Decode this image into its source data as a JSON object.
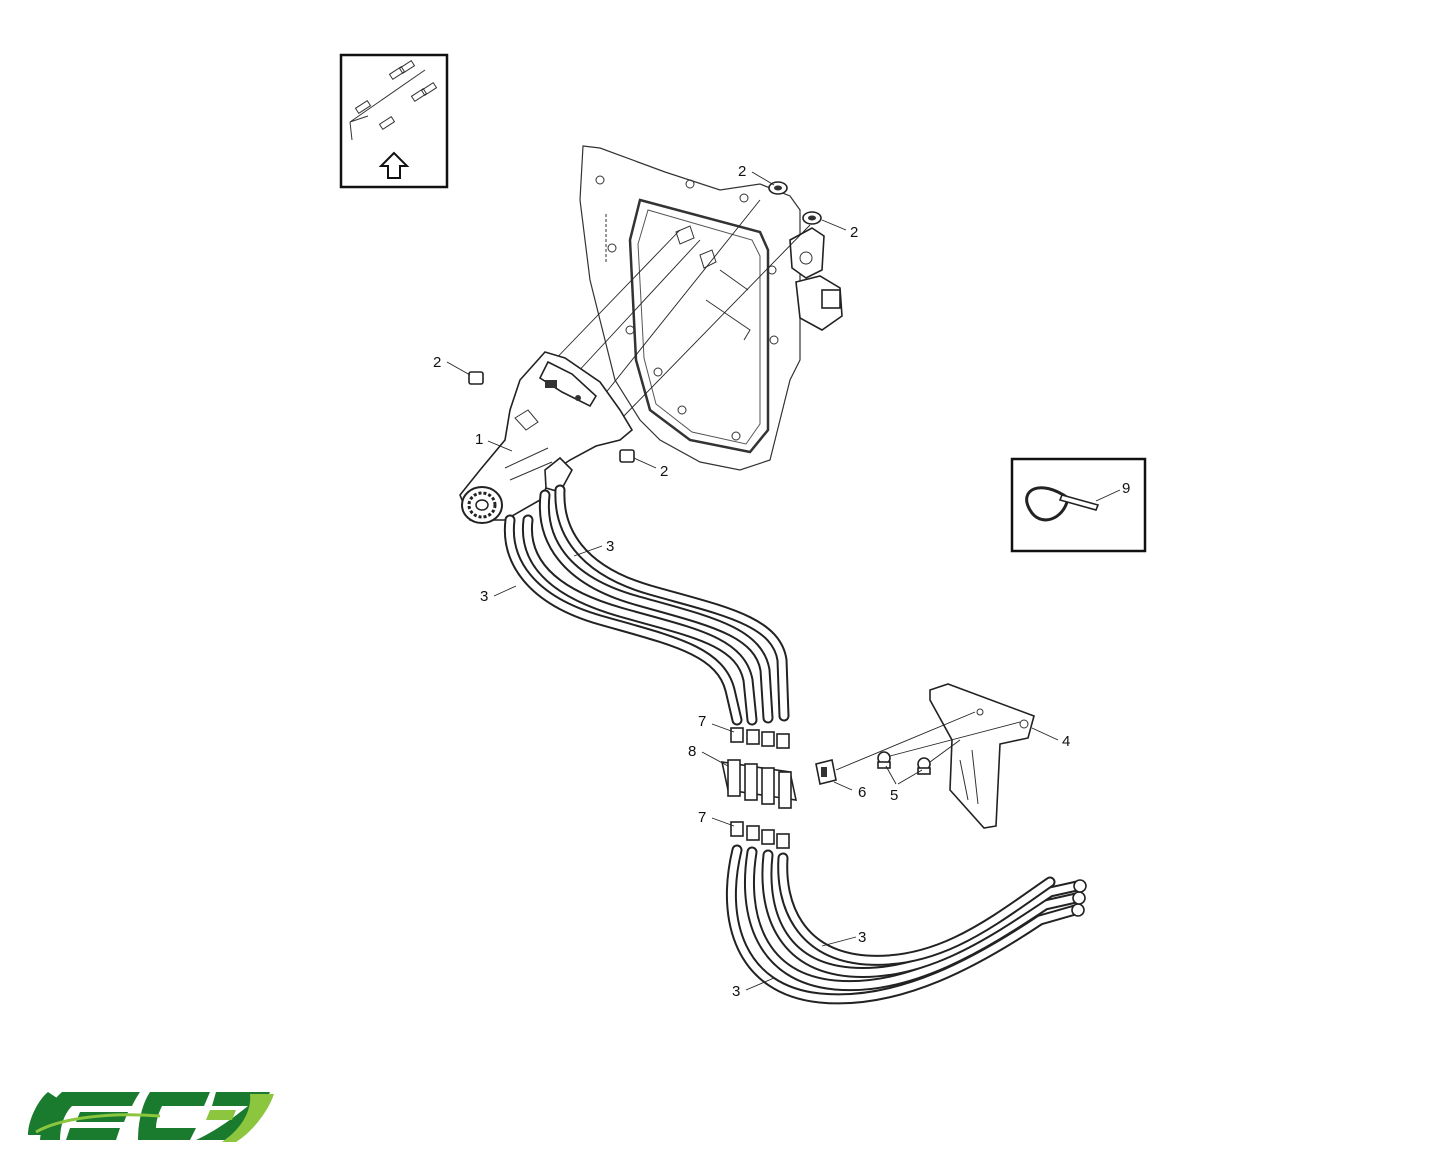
{
  "callouts": {
    "c1": "1",
    "c2a": "2",
    "c2b": "2",
    "c2c": "2",
    "c2d": "2",
    "c3a": "3",
    "c3b": "3",
    "c3c": "3",
    "c3d": "3",
    "c4": "4",
    "c5": "5",
    "c6": "6",
    "c7a": "7",
    "c7b": "7",
    "c8": "8",
    "c9": "9"
  },
  "logo": {
    "text": "ECS",
    "colors": [
      "#1a7a2e",
      "#8cc63f"
    ]
  },
  "icons": [
    "orientation-arrow-icon",
    "cable-tie-icon"
  ]
}
